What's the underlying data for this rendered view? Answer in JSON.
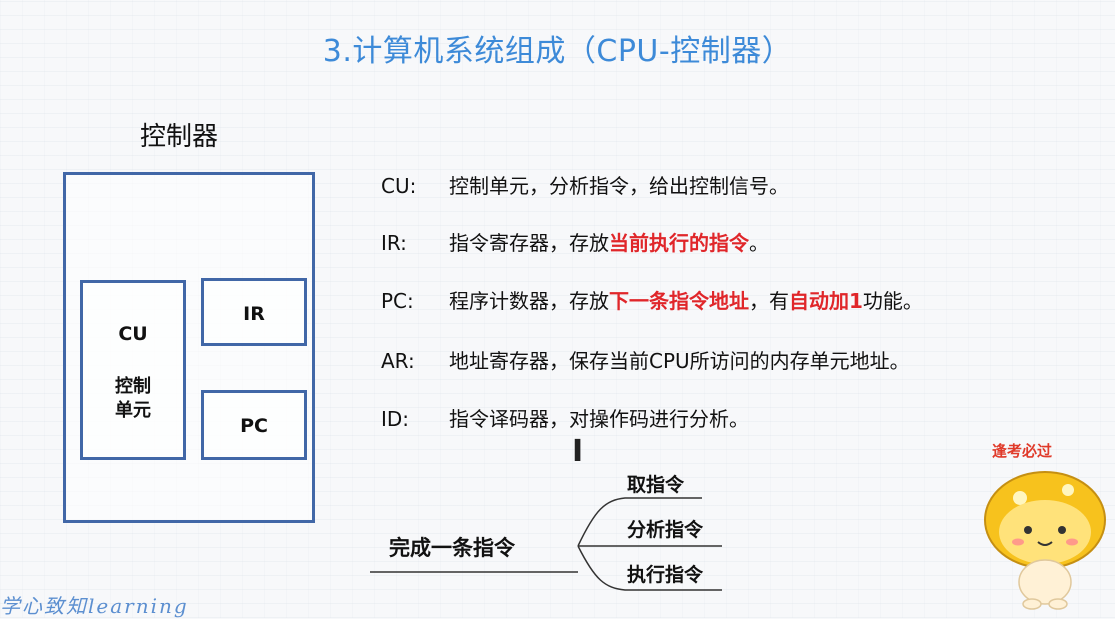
{
  "slide": {
    "title": "3.计算机系统组成（CPU-控制器）",
    "section_label": "控制器"
  },
  "diagram": {
    "cu_title": "CU",
    "cu_subtitle": "控制\n单元",
    "ir_label": "IR",
    "pc_label": "PC"
  },
  "definitions": [
    {
      "abbr": "CU:",
      "parts": [
        {
          "text": "控制单元，分析指令，给出控制信号。",
          "highlight": false
        }
      ]
    },
    {
      "abbr": "IR:",
      "parts": [
        {
          "text": "指令寄存器，存放",
          "highlight": false
        },
        {
          "text": "当前执行的指令",
          "highlight": true
        },
        {
          "text": "。",
          "highlight": false
        }
      ]
    },
    {
      "abbr": "PC:",
      "parts": [
        {
          "text": "程序计数器，存放",
          "highlight": false
        },
        {
          "text": "下一条指令地址",
          "highlight": true
        },
        {
          "text": "，有",
          "highlight": false
        },
        {
          "text": "自动加1",
          "highlight": true
        },
        {
          "text": "功能。",
          "highlight": false
        }
      ]
    },
    {
      "abbr": "AR:",
      "parts": [
        {
          "text": "地址寄存器，保存当前CPU所访问的内存单元地址。",
          "highlight": false
        }
      ]
    },
    {
      "abbr": "ID:",
      "parts": [
        {
          "text": "指令译码器，对操作码进行分析。",
          "highlight": false
        }
      ]
    }
  ],
  "instruction_tree": {
    "root": "完成一条指令",
    "branches": [
      "取指令",
      "分析指令",
      "执行指令"
    ]
  },
  "cursor_glyph": "I",
  "watermark": "学心致知learning",
  "mascot": {
    "badge": "逢考必过"
  },
  "colors": {
    "title": "#3d8ad8",
    "box_border": "#4167a7",
    "highlight": "#e0262a"
  }
}
